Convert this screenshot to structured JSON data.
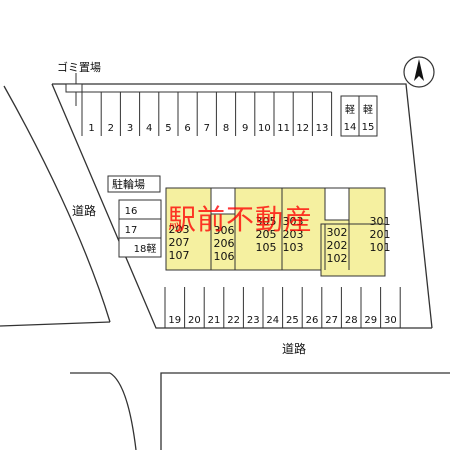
{
  "labels": {
    "garbage": "ゴミ置場",
    "bicycle_parking": "駐輪場",
    "road_left": "道路",
    "road_bottom": "道路",
    "watermark": "駅前不動産"
  },
  "parking_top": [
    "1",
    "2",
    "3",
    "4",
    "5",
    "6",
    "7",
    "8",
    "9",
    "10",
    "11",
    "12",
    "13"
  ],
  "parking_kei": [
    {
      "top": "軽",
      "num": "14"
    },
    {
      "top": "軽",
      "num": "15"
    }
  ],
  "parking_left": [
    "16",
    "17",
    "18軽"
  ],
  "parking_bottom": [
    "19",
    "20",
    "21",
    "22",
    "23",
    "24",
    "25",
    "26",
    "27",
    "28",
    "29",
    "30"
  ],
  "building_units": [
    [
      "203",
      "207",
      "107"
    ],
    [
      "306",
      "206",
      "106"
    ],
    [
      "305",
      "205",
      "105"
    ],
    [
      "303",
      "203",
      "103"
    ],
    [
      "302",
      "202",
      "102"
    ],
    [
      "301",
      "201",
      "101"
    ]
  ],
  "colors": {
    "building": "#f5f0a0",
    "line": "#333333",
    "watermark": "#ff0000"
  },
  "icons": [
    "north-arrow-icon"
  ]
}
